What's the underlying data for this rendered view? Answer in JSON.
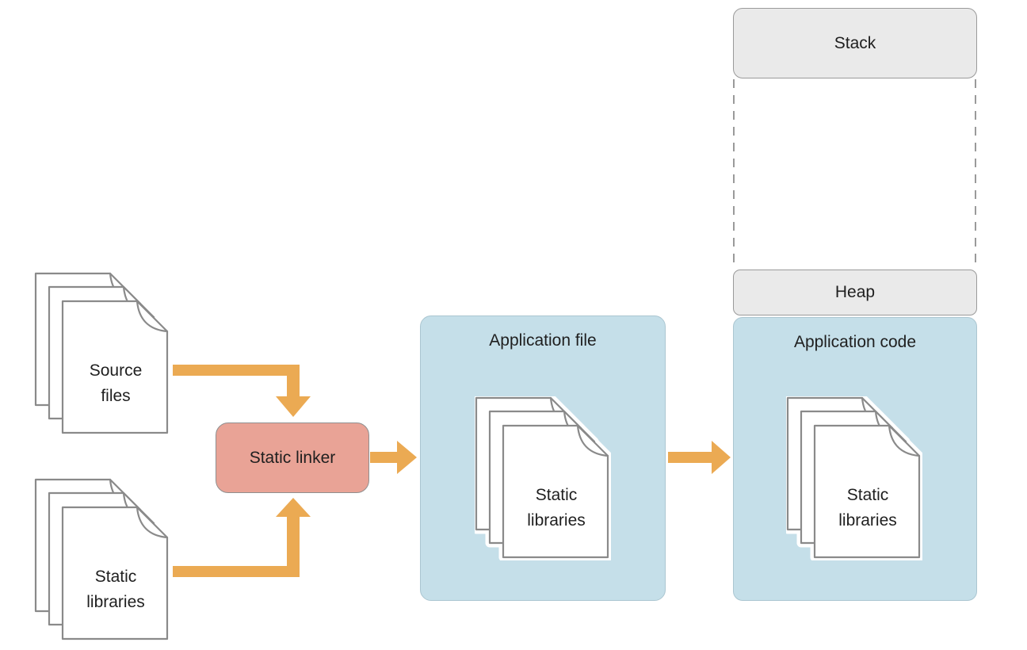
{
  "diagram": {
    "colors": {
      "arrow_orange": "#ebaa53",
      "linker_fill": "#e9a396",
      "linker_border": "#8f8f8f",
      "blue_fill": "#c5dfe9",
      "gray_fill": "#eaeaea",
      "gray_border": "#9a9a9a",
      "doc_stroke": "#8a8a8a",
      "text": "#1f1f1f"
    },
    "source_files": {
      "line1": "Source",
      "line2": "files"
    },
    "static_libraries": {
      "line1": "Static",
      "line2": "libraries"
    },
    "static_linker": {
      "label": "Static linker"
    },
    "application_file": {
      "title": "Application file",
      "doc": {
        "line1": "Static",
        "line2": "libraries"
      }
    },
    "memory": {
      "stack": {
        "label": "Stack"
      },
      "heap": {
        "label": "Heap"
      },
      "application_code": {
        "title": "Application code",
        "doc": {
          "line1": "Static",
          "line2": "libraries"
        }
      }
    }
  }
}
